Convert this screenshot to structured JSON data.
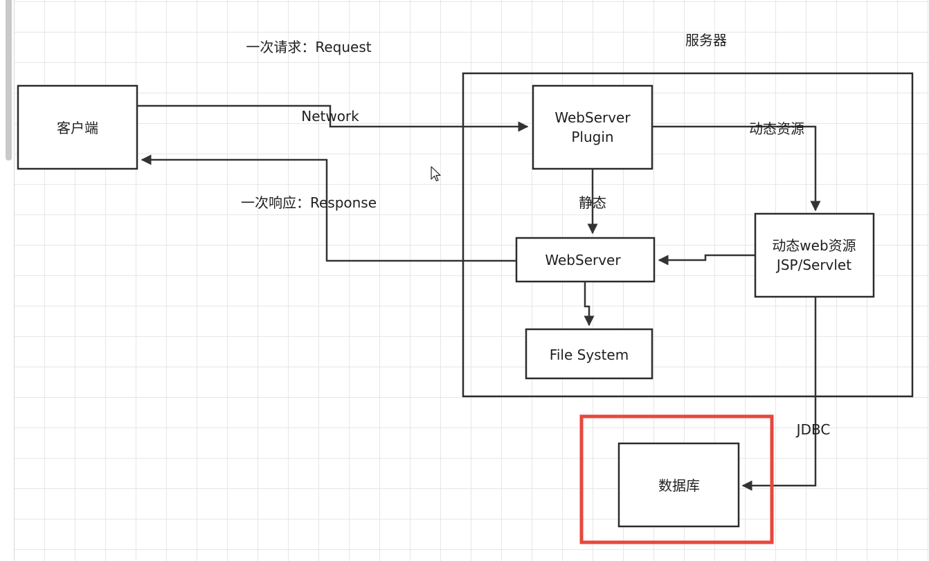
{
  "diagram": {
    "nodes": {
      "client": "客户端",
      "plugin_line1": "WebServer",
      "plugin_line2": "Plugin",
      "webserver": "WebServer",
      "dynamic_line1": "动态web资源",
      "dynamic_line2": "JSP/Servlet",
      "filesystem": "File System",
      "database": "数据库"
    },
    "labels": {
      "server_group": "服务器",
      "request": "一次请求：Request",
      "response": "一次响应：Response",
      "network": "Network",
      "dynamic_resource": "动态资源",
      "static": "静态",
      "jdbc": "JDBC"
    },
    "edges": [
      {
        "from": "客户端",
        "to": "WebServer Plugin",
        "label": "Network"
      },
      {
        "from": "WebServer Plugin",
        "to": "动态web资源 JSP/Servlet",
        "label": "动态资源"
      },
      {
        "from": "WebServer Plugin",
        "to": "WebServer",
        "label": "静态"
      },
      {
        "from": "动态web资源 JSP/Servlet",
        "to": "WebServer",
        "label": ""
      },
      {
        "from": "WebServer",
        "to": "File System",
        "label": ""
      },
      {
        "from": "WebServer",
        "to": "客户端",
        "label": "一次响应：Response"
      },
      {
        "from": "动态web资源 JSP/Servlet",
        "to": "数据库",
        "label": "JDBC"
      }
    ],
    "colors": {
      "stroke": "#2b2b2b",
      "highlight": "#e8473b",
      "grid": "#e6e6e6"
    },
    "highlighted_node": "数据库",
    "cursor_icon": "mouse-pointer-icon"
  }
}
